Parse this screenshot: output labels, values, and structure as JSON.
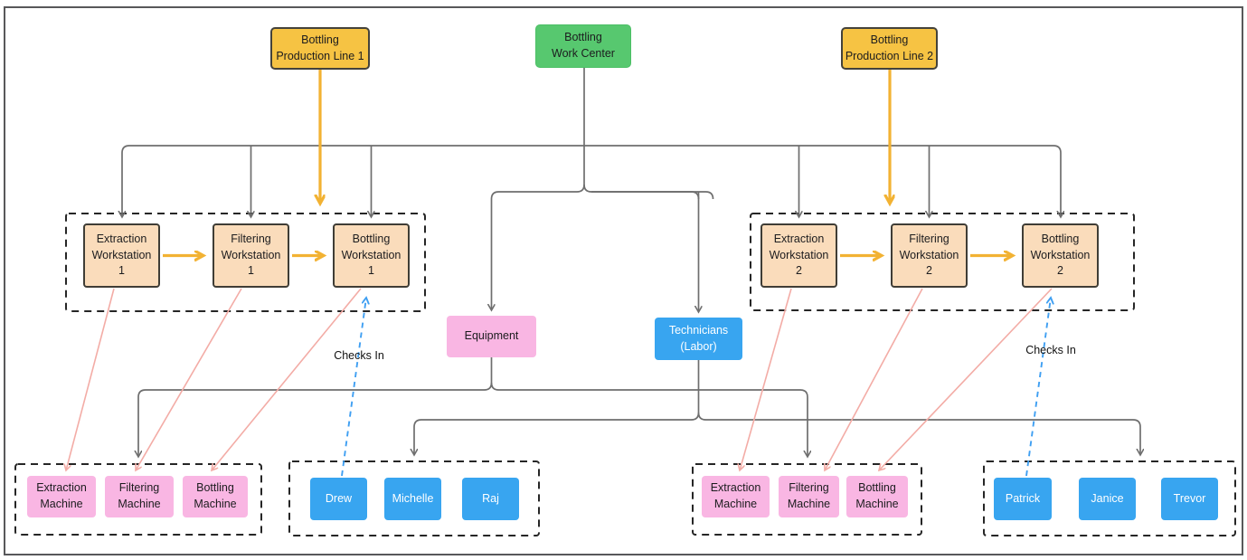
{
  "colors": {
    "yellow_fill": "#F6C343",
    "yellow_border": "#44423A",
    "yellow_arrow": "#F2B233",
    "green_fill": "#57C86F",
    "green_border": "#4CBF66",
    "peach_fill": "#FADCBB",
    "peach_border": "#3F3D36",
    "pink_fill": "#F9B6E3",
    "blue_fill": "#38A5F0",
    "gray_line": "#6E6E6E",
    "pink_arrow": "#F3ACA6",
    "blue_arrow": "#3F9FF2",
    "dash_border": "#262626",
    "outer_border": "#58585A",
    "text_dark": "#1C1C1E"
  },
  "top": {
    "production_line_1": {
      "line1": "Bottling",
      "line2": "Production Line 1"
    },
    "work_center": {
      "line1": "Bottling",
      "line2": "Work Center"
    },
    "production_line_2": {
      "line1": "Bottling",
      "line2": "Production Line 2"
    }
  },
  "workstations": {
    "line1": [
      {
        "line1": "Extraction",
        "line2": "Workstation",
        "line3": "1"
      },
      {
        "line1": "Filtering",
        "line2": "Workstation",
        "line3": "1"
      },
      {
        "line1": "Bottling",
        "line2": "Workstation",
        "line3": "1"
      }
    ],
    "line2": [
      {
        "line1": "Extraction",
        "line2": "Workstation",
        "line3": "2"
      },
      {
        "line1": "Filtering",
        "line2": "Workstation",
        "line3": "2"
      },
      {
        "line1": "Bottling",
        "line2": "Workstation",
        "line3": "2"
      }
    ]
  },
  "resources": {
    "equipment": {
      "label": "Equipment"
    },
    "technicians": {
      "line1": "Technicians",
      "line2": "(Labor)"
    }
  },
  "machines": {
    "group1": [
      {
        "line1": "Extraction",
        "line2": "Machine"
      },
      {
        "line1": "Filtering",
        "line2": "Machine"
      },
      {
        "line1": "Bottling",
        "line2": "Machine"
      }
    ],
    "group2": [
      {
        "line1": "Extraction",
        "line2": "Machine"
      },
      {
        "line1": "Filtering",
        "line2": "Machine"
      },
      {
        "line1": "Bottling",
        "line2": "Machine"
      }
    ]
  },
  "people": {
    "group1": [
      {
        "name": "Drew"
      },
      {
        "name": "Michelle"
      },
      {
        "name": "Raj"
      }
    ],
    "group2": [
      {
        "name": "Patrick"
      },
      {
        "name": "Janice"
      },
      {
        "name": "Trevor"
      }
    ]
  },
  "annotations": {
    "checks_in_left": "Checks In",
    "checks_in_right": "Checks In"
  }
}
